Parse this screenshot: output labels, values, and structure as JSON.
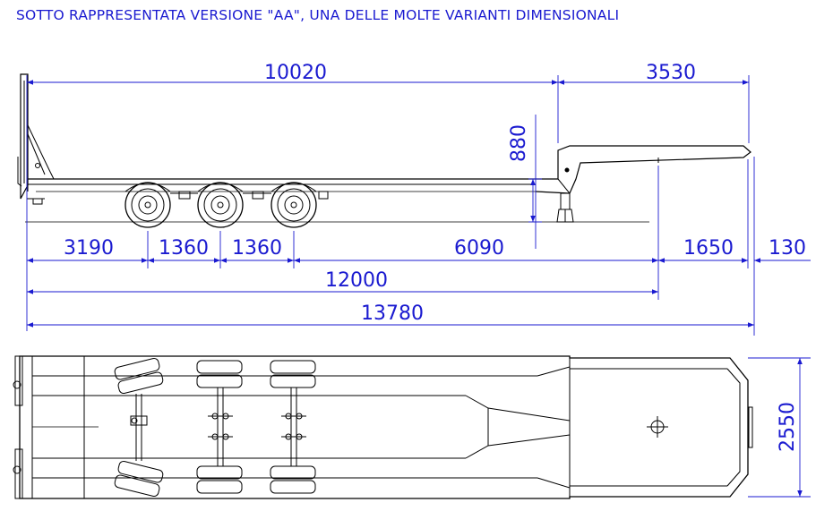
{
  "title": "SOTTO RAPPRESENTATA VERSIONE \"AA\", UNA DELLE MOLTE VARIANTI DIMENSIONALI",
  "dimensions": {
    "overall_deck": "10020",
    "gooseneck": "3530",
    "gooseneck_height": "880",
    "front_overhang": "3190",
    "axle_spacing_1": "1360",
    "axle_spacing_2": "1360",
    "wheelbase_to_kingpin": "6090",
    "kingpin_to_front": "1650",
    "front_extra": "130",
    "length_to_kingpin": "12000",
    "total_length": "13780",
    "width": "2550"
  },
  "colors": {
    "dimension": "#1a1ad0",
    "drawing": "#000000"
  }
}
